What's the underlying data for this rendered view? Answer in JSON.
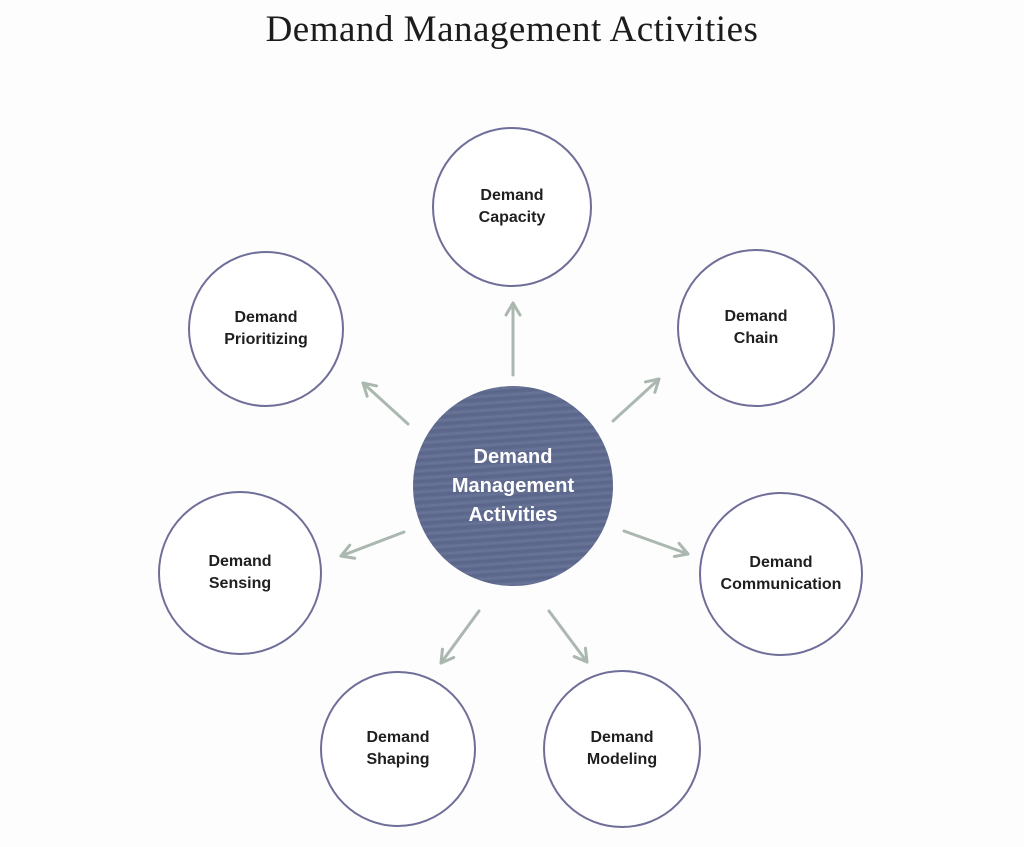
{
  "title": "Demand Management Activities",
  "diagram": {
    "center": {
      "id": "demand-management-activities",
      "label": "Demand\nManagement\nActivities"
    },
    "nodes": [
      {
        "id": "capacity",
        "label": "Demand\nCapacity"
      },
      {
        "id": "prioritizing",
        "label": "Demand\nPrioritizing"
      },
      {
        "id": "chain",
        "label": "Demand\nChain"
      },
      {
        "id": "sensing",
        "label": "Demand\nSensing"
      },
      {
        "id": "communication",
        "label": "Demand\nCommunication"
      },
      {
        "id": "shaping",
        "label": "Demand\nShaping"
      },
      {
        "id": "modeling",
        "label": "Demand\nModeling"
      }
    ],
    "arrows": [
      {
        "from": "center",
        "to": "capacity"
      },
      {
        "from": "center",
        "to": "prioritizing"
      },
      {
        "from": "center",
        "to": "chain"
      },
      {
        "from": "center",
        "to": "sensing"
      },
      {
        "from": "center",
        "to": "communication"
      },
      {
        "from": "center",
        "to": "shaping"
      },
      {
        "from": "center",
        "to": "modeling"
      }
    ]
  },
  "colors": {
    "node-border": "#6e6e99",
    "center-fill": "#5e6a8f",
    "arrow": "#abb8b0",
    "label-text": "#1f1f1f",
    "center-text": "#ffffff",
    "title-text": "#1c1c1c",
    "background": "#fdfdfd"
  }
}
